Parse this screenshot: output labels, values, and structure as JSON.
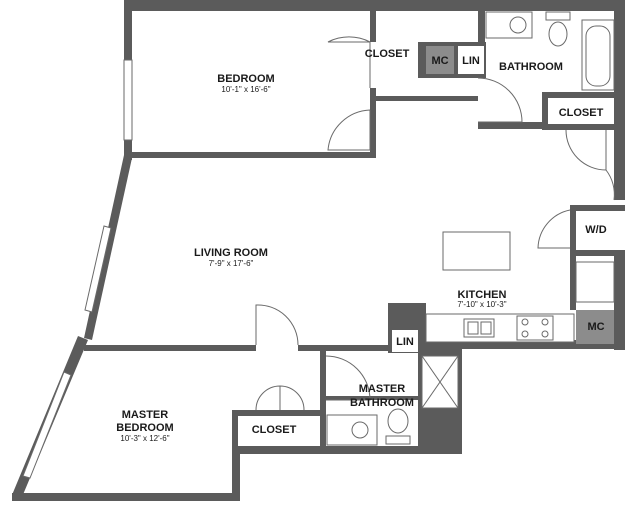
{
  "rooms": {
    "bedroom": {
      "name": "BEDROOM",
      "dims": "10'-1\" x 16'-6\""
    },
    "living_room": {
      "name": "LIVING ROOM",
      "dims": "7'-9\" x 17'-6\""
    },
    "kitchen": {
      "name": "KITCHEN",
      "dims": "7'-10\" x 10'-3\""
    },
    "master_bedroom": {
      "line1": "MASTER",
      "line2": "BEDROOM",
      "dims": "10'-3\" x 12'-6\""
    },
    "bathroom": {
      "name": "BATHROOM"
    },
    "master_bathroom": {
      "line1": "MASTER",
      "line2": "BATHROOM"
    },
    "closet_bedroom": {
      "name": "CLOSET"
    },
    "closet_bath": {
      "name": "CLOSET"
    },
    "closet_master": {
      "name": "CLOSET"
    },
    "mc_top": {
      "name": "MC"
    },
    "mc_kitchen": {
      "name": "MC"
    },
    "lin_top": {
      "name": "LIN"
    },
    "lin_bottom": {
      "name": "LIN"
    },
    "wd": {
      "name": "W/D"
    }
  },
  "colors": {
    "wall": "#5b5b5b",
    "mechanical": "#8c8c8c",
    "background": "#ffffff"
  }
}
